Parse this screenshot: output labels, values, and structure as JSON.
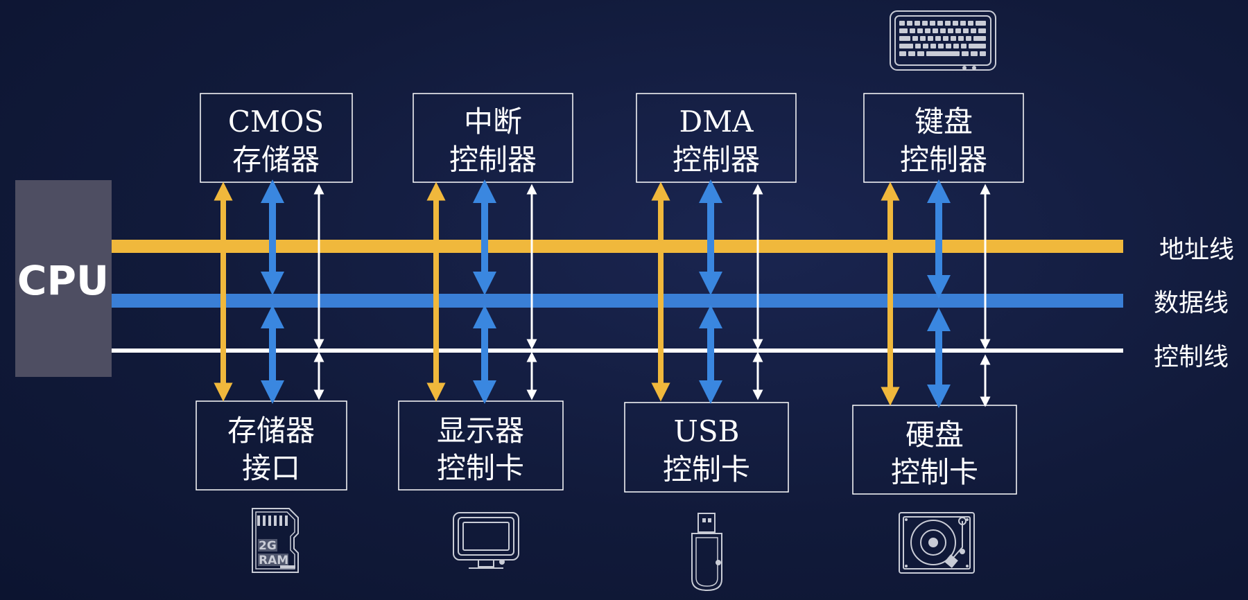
{
  "cpu": {
    "label": "CPU"
  },
  "buses": {
    "address": {
      "label": "地址线",
      "color": "#f0b83c"
    },
    "data": {
      "label": "数据线",
      "color": "#3a87e0"
    },
    "control": {
      "label": "控制线",
      "color": "#ffffff"
    }
  },
  "top_boxes": [
    {
      "line1": "CMOS",
      "line2": "存储器"
    },
    {
      "line1": "中断",
      "line2": "控制器"
    },
    {
      "line1": "DMA",
      "line2": "控制器"
    },
    {
      "line1": "键盘",
      "line2": "控制器"
    }
  ],
  "bottom_boxes": [
    {
      "line1": "存储器",
      "line2": "接口"
    },
    {
      "line1": "显示器",
      "line2": "控制卡"
    },
    {
      "line1": "USB",
      "line2": "控制卡"
    },
    {
      "line1": "硬盘",
      "line2": "控制卡"
    }
  ],
  "icons": {
    "keyboard": "keyboard-icon",
    "ram": {
      "name": "ram-card-icon",
      "line1": "2G",
      "line2": "RAM"
    },
    "monitor": "monitor-icon",
    "usb": "usb-drive-icon",
    "hdd": "hard-disk-icon"
  },
  "colors": {
    "background": "#111a3a",
    "cpu_fill": "#4e4e62",
    "box_border": "#ffffff"
  }
}
